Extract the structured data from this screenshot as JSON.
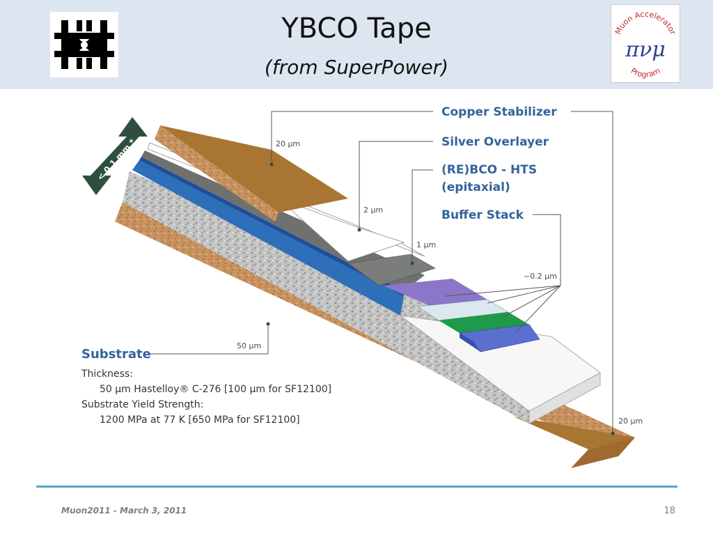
{
  "slide": {
    "title": "YBCO Tape",
    "subtitle": "(from SuperPower)",
    "footer_left": "Muon2011  -  March 3, 2011",
    "page_number": "18"
  },
  "logos": {
    "left": {
      "icon": "fermilab-logo-icon"
    },
    "right": {
      "icon": "muon-accelerator-program-logo-icon",
      "text_top": "Muon Accelerator",
      "text_bottom": "Program",
      "symbols": "πνμ"
    }
  },
  "diagram": {
    "thickness_arrow_label": "< 0.1 mm *",
    "callouts": {
      "copper": "Copper Stabilizer",
      "silver": "Silver Overlayer",
      "rebco_line1": "(RE)BCO - HTS",
      "rebco_line2": "(epitaxial)",
      "buffer": "Buffer Stack",
      "substrate": "Substrate"
    },
    "dimensions": {
      "copper_top": "20 μm",
      "silver": "2 μm",
      "rebco": "1 μm",
      "buffer": "~0.2 μm",
      "substrate": "50 μm",
      "copper_bottom": "20 μm"
    },
    "substrate_notes": {
      "thickness_label": "Thickness:",
      "thickness_value": "50 μm Hastelloy® C-276 [100 μm for SF12100]",
      "yield_label": "Substrate Yield Strength:",
      "yield_value": "1200 MPa at 77 K  [650 MPa for SF12100]"
    },
    "colors": {
      "copper": "#a87533",
      "copper_side": "#c58f5d",
      "silver": "#ffffff",
      "rebco": "#7b7d7b",
      "buffer_purple": "#8b77c8",
      "buffer_light": "#dbe8ef",
      "buffer_green": "#1f9a4a",
      "buffer_blue": "#5b6fcf",
      "substrate": "#bdbdbd",
      "callout_text": "#34639c",
      "arrow": "#2e4f3e"
    }
  }
}
